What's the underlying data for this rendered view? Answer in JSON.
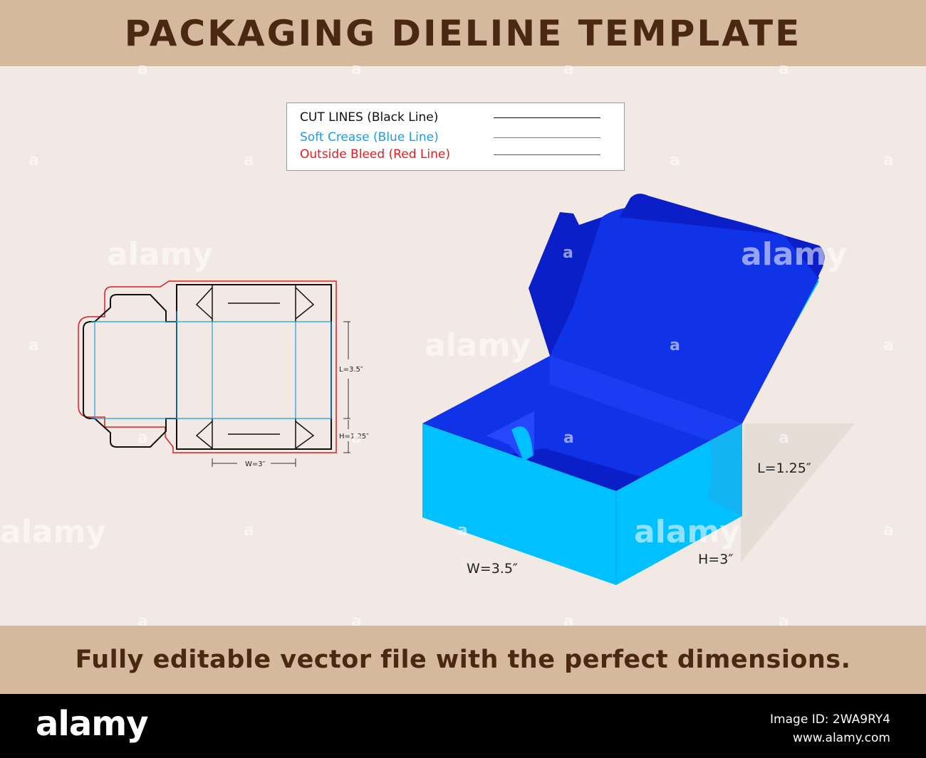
{
  "header": {
    "title": "PACKAGING DIELINE TEMPLATE"
  },
  "legend": {
    "items": [
      {
        "label": "CUT LINES (Black Line)",
        "color": "#111111"
      },
      {
        "label": "Soft Crease (Blue Line)",
        "color": "#1a9ee8"
      },
      {
        "label": "Outside Bleed (Red Line)",
        "color": "#e01e1e"
      }
    ]
  },
  "dieline": {
    "dim_length": "L=3.5″",
    "dim_height": "H=1.25″",
    "dim_width": "W=3″"
  },
  "box_3d": {
    "dim_length": "L=1.25″",
    "dim_width": "W=3.5″",
    "dim_height": "H=3″",
    "colors": {
      "outer": "#00c0ff",
      "inner": "#1133e8",
      "dark": "#0a1fc8"
    }
  },
  "watermark": {
    "text": "alamy",
    "letter": "a"
  },
  "tagline": "Fully editable vector file with the perfect dimensions.",
  "footer": {
    "brand": "alamy",
    "image_id": "Image ID: 2WA9RY4",
    "site": "www.alamy.com"
  }
}
